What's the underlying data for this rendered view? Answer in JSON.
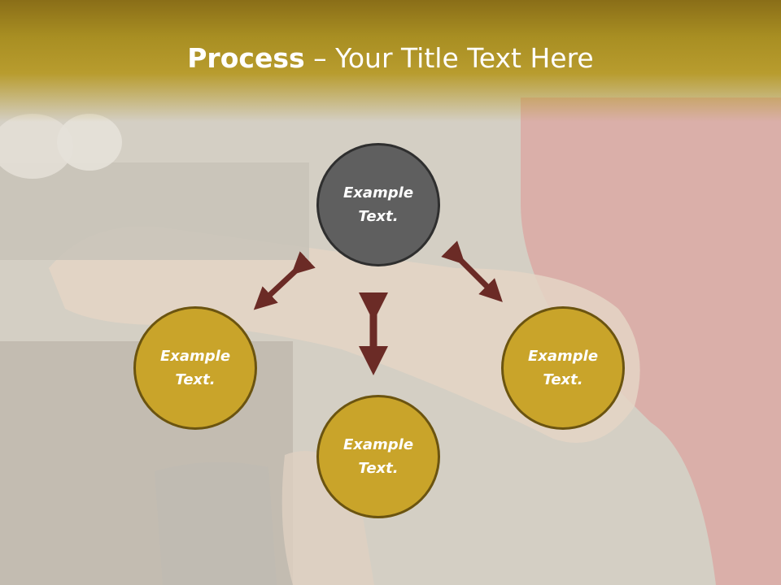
{
  "title": {
    "bold": "Process",
    "dash": " – ",
    "rest": "Your Title Text Here"
  },
  "nodes": {
    "top": {
      "line1": "Example",
      "line2": "Text."
    },
    "left": {
      "line1": "Example",
      "line2": "Text."
    },
    "right": {
      "line1": "Example",
      "line2": "Text."
    },
    "bottom": {
      "line1": "Example",
      "line2": "Text."
    }
  },
  "colors": {
    "title_bar": "#a88e22",
    "node_gold": "#c9a42a",
    "node_gray": "#5f5f5f",
    "arrow": "#6b2b26"
  }
}
